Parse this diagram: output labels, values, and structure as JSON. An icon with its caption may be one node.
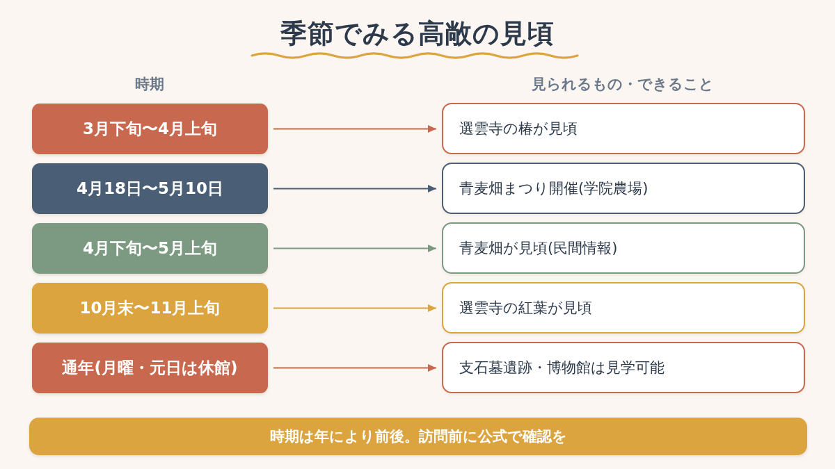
{
  "diagram": {
    "title": "季節でみる高敞の見頃",
    "nodes": [
      {
        "text": [
          "3月下旬〜4月上旬"
        ]
      },
      {
        "text": [
          "選雲寺の椿が見頃"
        ]
      },
      {
        "text": [
          "4月18日〜5月10日"
        ]
      },
      {
        "text": [
          "青麦畑まつり開催(学院農場)"
        ]
      },
      {
        "text": [
          "4月下旬〜5月上旬"
        ]
      },
      {
        "text": [
          "青麦畑が見頃(民間情報)"
        ]
      },
      {
        "text": [
          "10月末〜11月上旬"
        ]
      },
      {
        "text": [
          "選雲寺の紅葉が見頃"
        ]
      },
      {
        "text": [
          "通年(月曜・元日は休館)"
        ]
      },
      {
        "text": [
          "支石墓遺跡・博物館は見学可能"
        ]
      },
      {
        "text": [
          "時期は年により前後。訪問前に公式で確認を"
        ]
      }
    ],
    "edges": [
      {
        "from": 0,
        "to": 1,
        "arrow": "to",
        "color": "#c8694f"
      },
      {
        "from": 2,
        "to": 3,
        "arrow": "to",
        "color": "#4a5f76"
      },
      {
        "from": 4,
        "to": 5,
        "arrow": "to",
        "color": "#7c9a82"
      },
      {
        "from": 6,
        "to": 7,
        "arrow": "to",
        "color": "#dba43f"
      },
      {
        "from": 8,
        "to": 9,
        "arrow": "to",
        "color": "#c8694f"
      }
    ],
    "labels": [
      "時期",
      "見られるもの・できること"
    ]
  }
}
